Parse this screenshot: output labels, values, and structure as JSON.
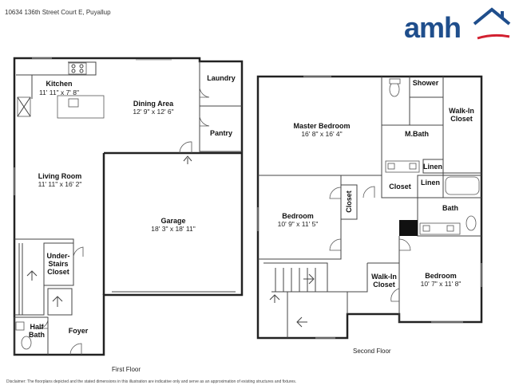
{
  "header": {
    "address": "10634 136th Street Court E, Puyallup",
    "logo_text": "amh",
    "brand_color": "#1f4e8c",
    "accent_color": "#d22030"
  },
  "floors": {
    "first": {
      "label": "First Floor",
      "rooms": {
        "kitchen": {
          "name": "Kitchen",
          "dim": "11' 11\" x 7' 8\""
        },
        "dining": {
          "name": "Dining Area",
          "dim": "12' 9\" x 12' 6\""
        },
        "laundry": {
          "name": "Laundry"
        },
        "pantry": {
          "name": "Pantry"
        },
        "living": {
          "name": "Living Room",
          "dim": "11' 11\" x 16' 2\""
        },
        "garage": {
          "name": "Garage",
          "dim": "18' 3\" x 18' 11\""
        },
        "understairs_line1": {
          "name": "Under-"
        },
        "understairs_line2": {
          "name": "Stairs"
        },
        "understairs_line3": {
          "name": "Closet"
        },
        "halfbath_line1": {
          "name": "Half"
        },
        "halfbath_line2": {
          "name": "Bath"
        },
        "foyer": {
          "name": "Foyer"
        }
      }
    },
    "second": {
      "label": "Second Floor",
      "rooms": {
        "master": {
          "name": "Master Bedroom",
          "dim": "16' 8\" x 16' 4\""
        },
        "shower": {
          "name": "Shower"
        },
        "walkin1_line1": {
          "name": "Walk-In"
        },
        "walkin1_line2": {
          "name": "Closet"
        },
        "mbath": {
          "name": "M.Bath"
        },
        "linen1": {
          "name": "Linen"
        },
        "closet1": {
          "name": "Closet"
        },
        "linen2": {
          "name": "Linen"
        },
        "bedroom1": {
          "name": "Bedroom",
          "dim": "10' 9\" x 11' 5\""
        },
        "closet_vertical": {
          "name": "Closet"
        },
        "bath": {
          "name": "Bath"
        },
        "walkin2_line1": {
          "name": "Walk-In"
        },
        "walkin2_line2": {
          "name": "Closet"
        },
        "bedroom2": {
          "name": "Bedroom",
          "dim": "10' 7\" x 11' 8\""
        }
      }
    }
  },
  "disclaimer": "Disclaimer: The floorplans depicted and the stated dimensions in this illustration are indicative only and serve as an approximation of existing structures and fixtures."
}
